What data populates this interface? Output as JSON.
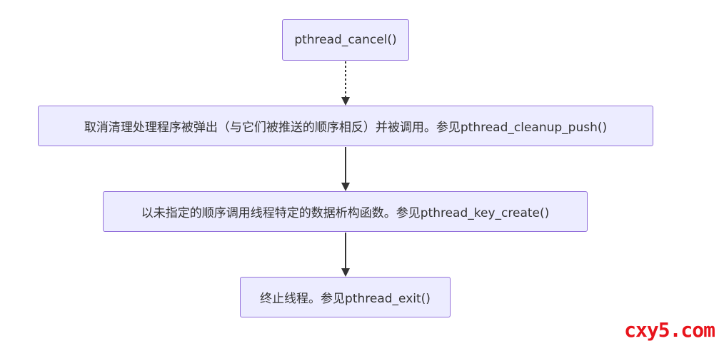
{
  "diagram": {
    "nodes": [
      {
        "label": "pthread_cancel()"
      },
      {
        "label": "取消清理处理程序被弹出（与它们被推送的顺序相反）并被调用。参见pthread_cleanup_push()"
      },
      {
        "label": "以未指定的顺序调用线程特定的数据析构函数。参见pthread_key_create()"
      },
      {
        "label": "终止线程。参见pthread_exit()"
      }
    ],
    "edges": [
      {
        "from": 0,
        "to": 1,
        "style": "dotted"
      },
      {
        "from": 1,
        "to": 2,
        "style": "solid"
      },
      {
        "from": 2,
        "to": 3,
        "style": "solid"
      }
    ]
  },
  "watermark": "cxy5.com",
  "colors": {
    "node_fill": "#ECECFF",
    "node_border": "#9370DB",
    "edge": "#333333",
    "watermark": "#e8141c"
  }
}
